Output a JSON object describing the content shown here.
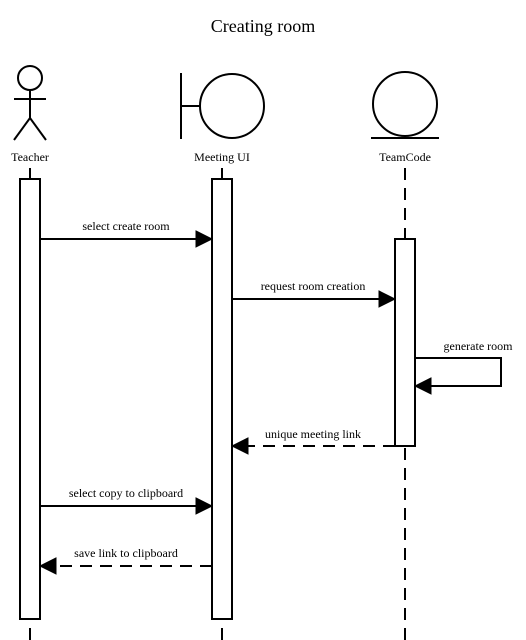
{
  "diagram": {
    "title": "Creating room",
    "participants": [
      {
        "name": "Teacher",
        "kind": "actor"
      },
      {
        "name": "Meeting UI",
        "kind": "boundary"
      },
      {
        "name": "TeamCode",
        "kind": "entity"
      }
    ],
    "messages": [
      {
        "from": "Teacher",
        "to": "Meeting UI",
        "label": "select create room",
        "style": "solid"
      },
      {
        "from": "Meeting UI",
        "to": "TeamCode",
        "label": "request room creation",
        "style": "solid"
      },
      {
        "from": "TeamCode",
        "to": "TeamCode",
        "label": "generate room",
        "style": "solid"
      },
      {
        "from": "TeamCode",
        "to": "Meeting UI",
        "label": "unique meeting link",
        "style": "dashed"
      },
      {
        "from": "Teacher",
        "to": "Meeting UI",
        "label": "select copy to clipboard",
        "style": "solid"
      },
      {
        "from": "Meeting UI",
        "to": "Teacher",
        "label": "save link to clipboard",
        "style": "dashed"
      }
    ]
  }
}
